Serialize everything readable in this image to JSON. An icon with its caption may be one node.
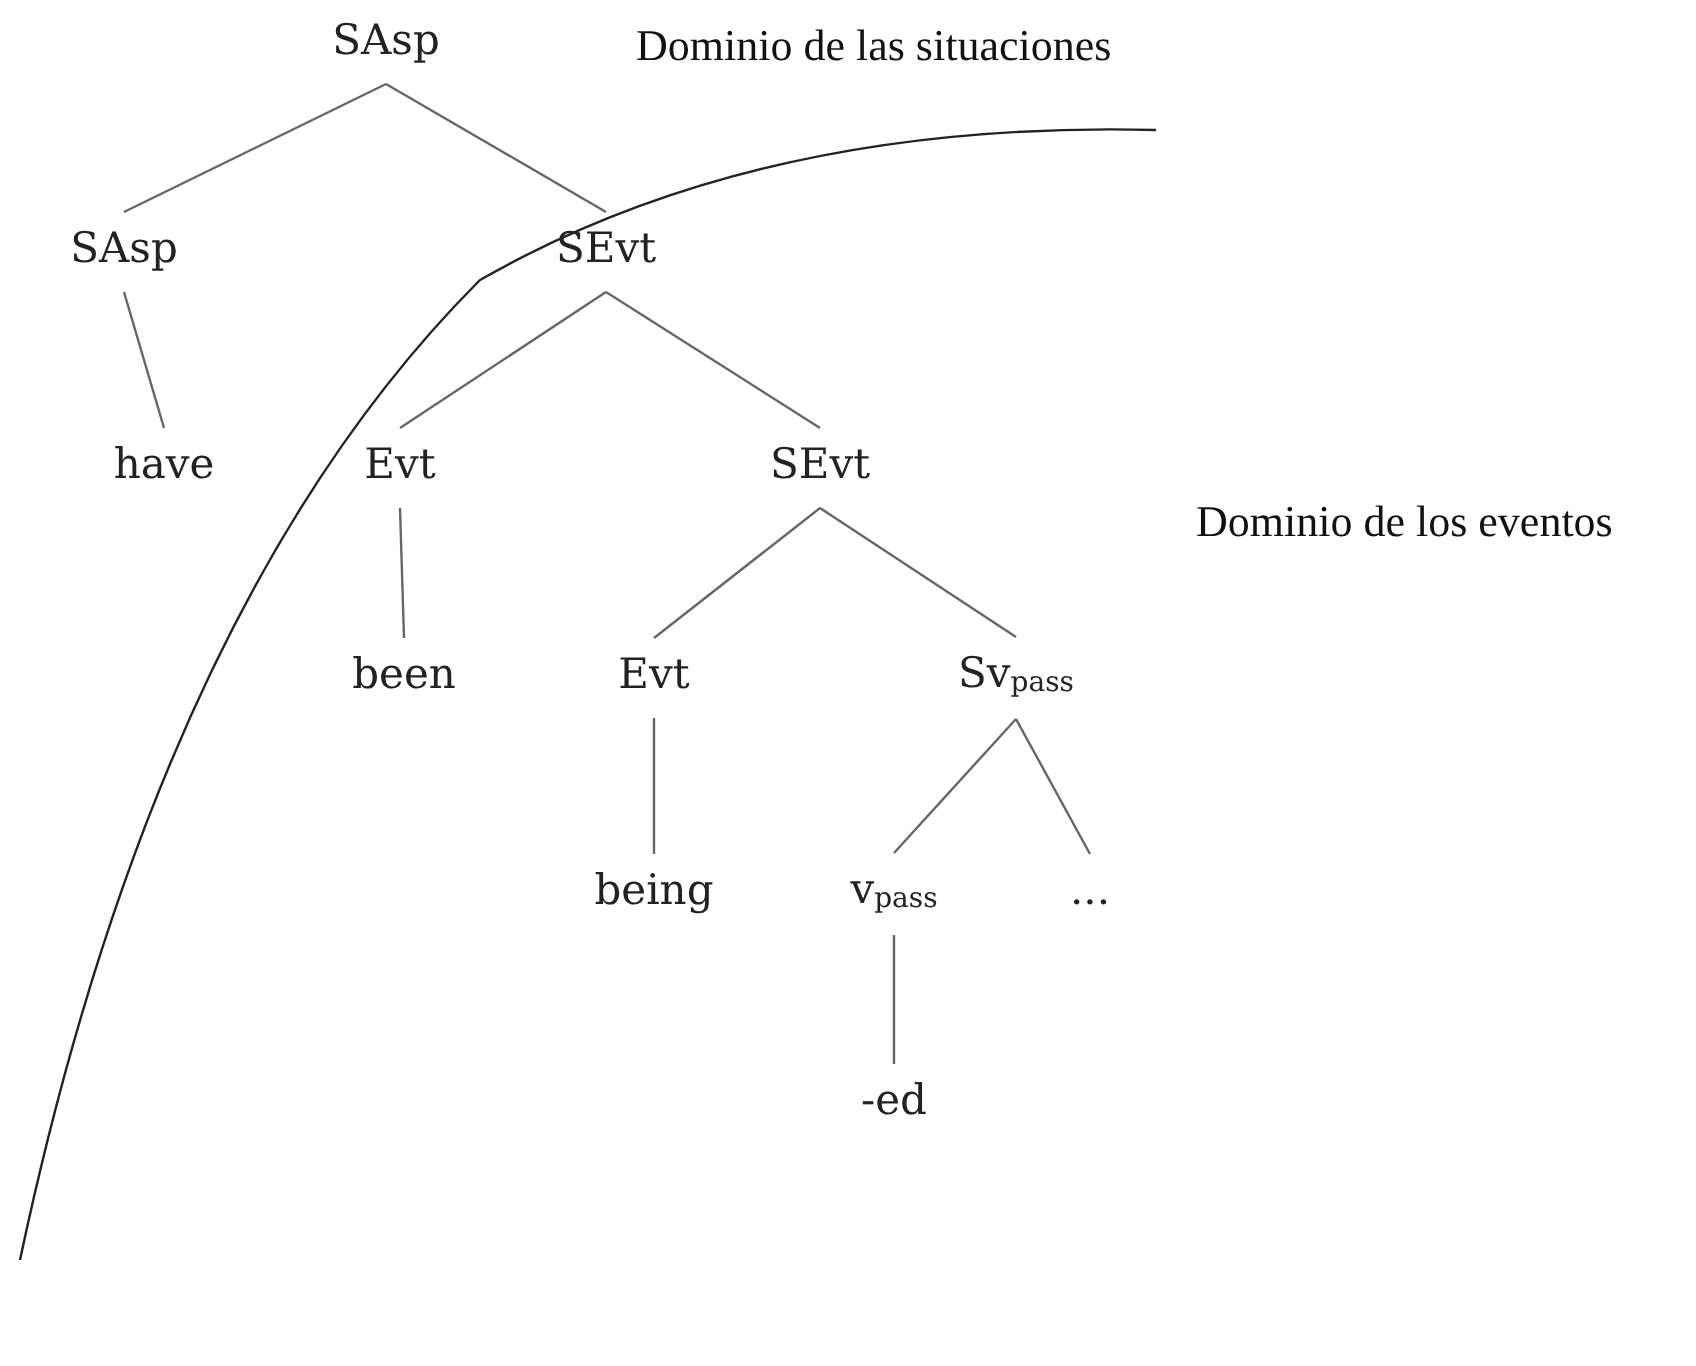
{
  "diagram": {
    "nodes": [
      {
        "text": [
          "SAsp"
        ]
      },
      {
        "text": [
          "SAsp"
        ]
      },
      {
        "text": [
          "SEvt"
        ]
      },
      {
        "text": [
          "have"
        ]
      },
      {
        "text": [
          "Evt"
        ]
      },
      {
        "text": [
          "SEvt"
        ]
      },
      {
        "text": [
          "been"
        ]
      },
      {
        "text": [
          "Evt"
        ]
      },
      {
        "text": [
          "Sv$_{pass}$"
        ]
      },
      {
        "text": [
          "being"
        ]
      },
      {
        "text": [
          "v$_{pass}$"
        ]
      },
      {
        "text": [
          "..."
        ]
      },
      {
        "text": [
          "-ed"
        ]
      }
    ],
    "edges": [
      {
        "from": 0,
        "to": 1,
        "arrow": "none"
      },
      {
        "from": 0,
        "to": 2,
        "arrow": "none"
      },
      {
        "from": 1,
        "to": 3,
        "arrow": "none"
      },
      {
        "from": 2,
        "to": 4,
        "arrow": "none"
      },
      {
        "from": 2,
        "to": 5,
        "arrow": "none"
      },
      {
        "from": 4,
        "to": 6,
        "arrow": "none"
      },
      {
        "from": 5,
        "to": 7,
        "arrow": "none"
      },
      {
        "from": 5,
        "to": 8,
        "arrow": "none"
      },
      {
        "from": 7,
        "to": 9,
        "arrow": "none"
      },
      {
        "from": 8,
        "to": 10,
        "arrow": "none"
      },
      {
        "from": 8,
        "to": 11,
        "arrow": "none"
      },
      {
        "from": 10,
        "to": 12,
        "arrow": "none"
      }
    ],
    "labels": [
      "Dominio de las situaciones",
      "Dominio de los eventos"
    ]
  }
}
